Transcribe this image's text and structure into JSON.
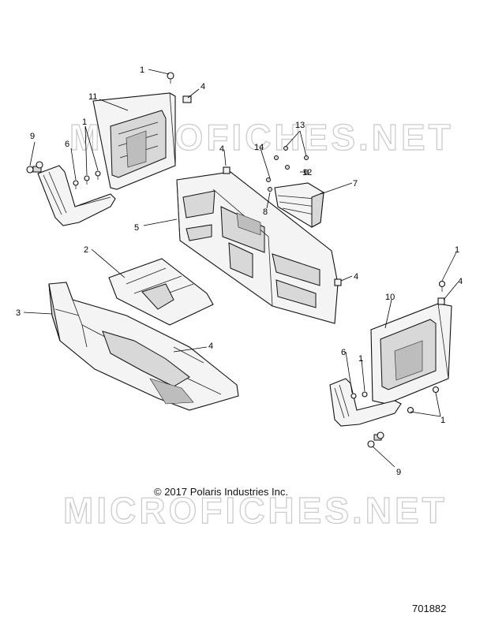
{
  "copyright": "© 2017 Polaris Industries Inc.",
  "document_number": "701882",
  "watermark": "MICROFICHES.NET",
  "callouts": {
    "c1a": "1",
    "c4a": "4",
    "c11": "11",
    "c9a": "9",
    "c6a": "6",
    "c1b": "1",
    "c4b": "4",
    "c13": "13",
    "c14": "14",
    "c12": "12",
    "c7": "7",
    "c8": "8",
    "c5": "5",
    "c2": "2",
    "c4c": "4",
    "c1c": "1",
    "c4d": "4",
    "c3": "3",
    "c10": "10",
    "c4e": "4",
    "c6b": "6",
    "c1d": "1",
    "c1e": "1",
    "c9b": "9"
  }
}
